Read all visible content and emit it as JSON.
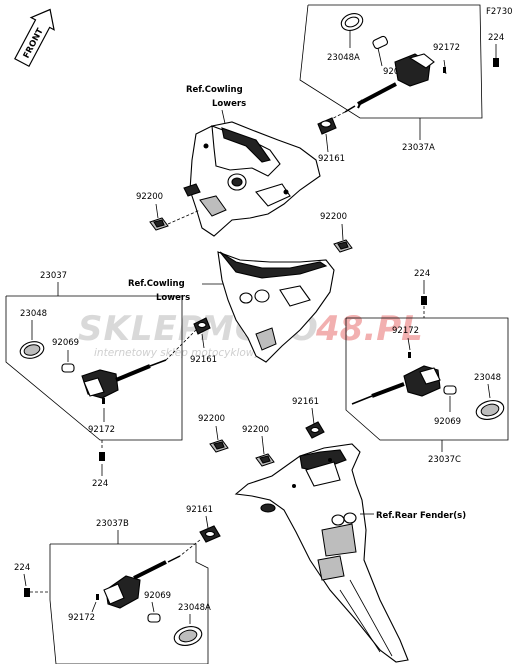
{
  "figure_code": "F2730",
  "front_label": "FRONT",
  "watermark": {
    "brand_a": "SKLEP",
    "brand_b": "MOTO",
    "brand_c": "48.PL",
    "tagline": "internetowy sklep motocyklowy"
  },
  "refs": {
    "cowling_upper": [
      "Ref.Cowling",
      "Lowers"
    ],
    "cowling_lower": [
      "Ref.Cowling",
      "Lowers"
    ],
    "rear_fender": "Ref.Rear Fender(s)"
  },
  "assemblies": {
    "front_right": "23037A",
    "front_left": "23037",
    "rear_right": "23037C",
    "rear_left": "23037B"
  },
  "parts": {
    "lens_a": "23048A",
    "lens": "23048",
    "bulb": "92069",
    "screw": "92172",
    "bolt": "224",
    "grommet": "92161",
    "clip": "92200"
  }
}
